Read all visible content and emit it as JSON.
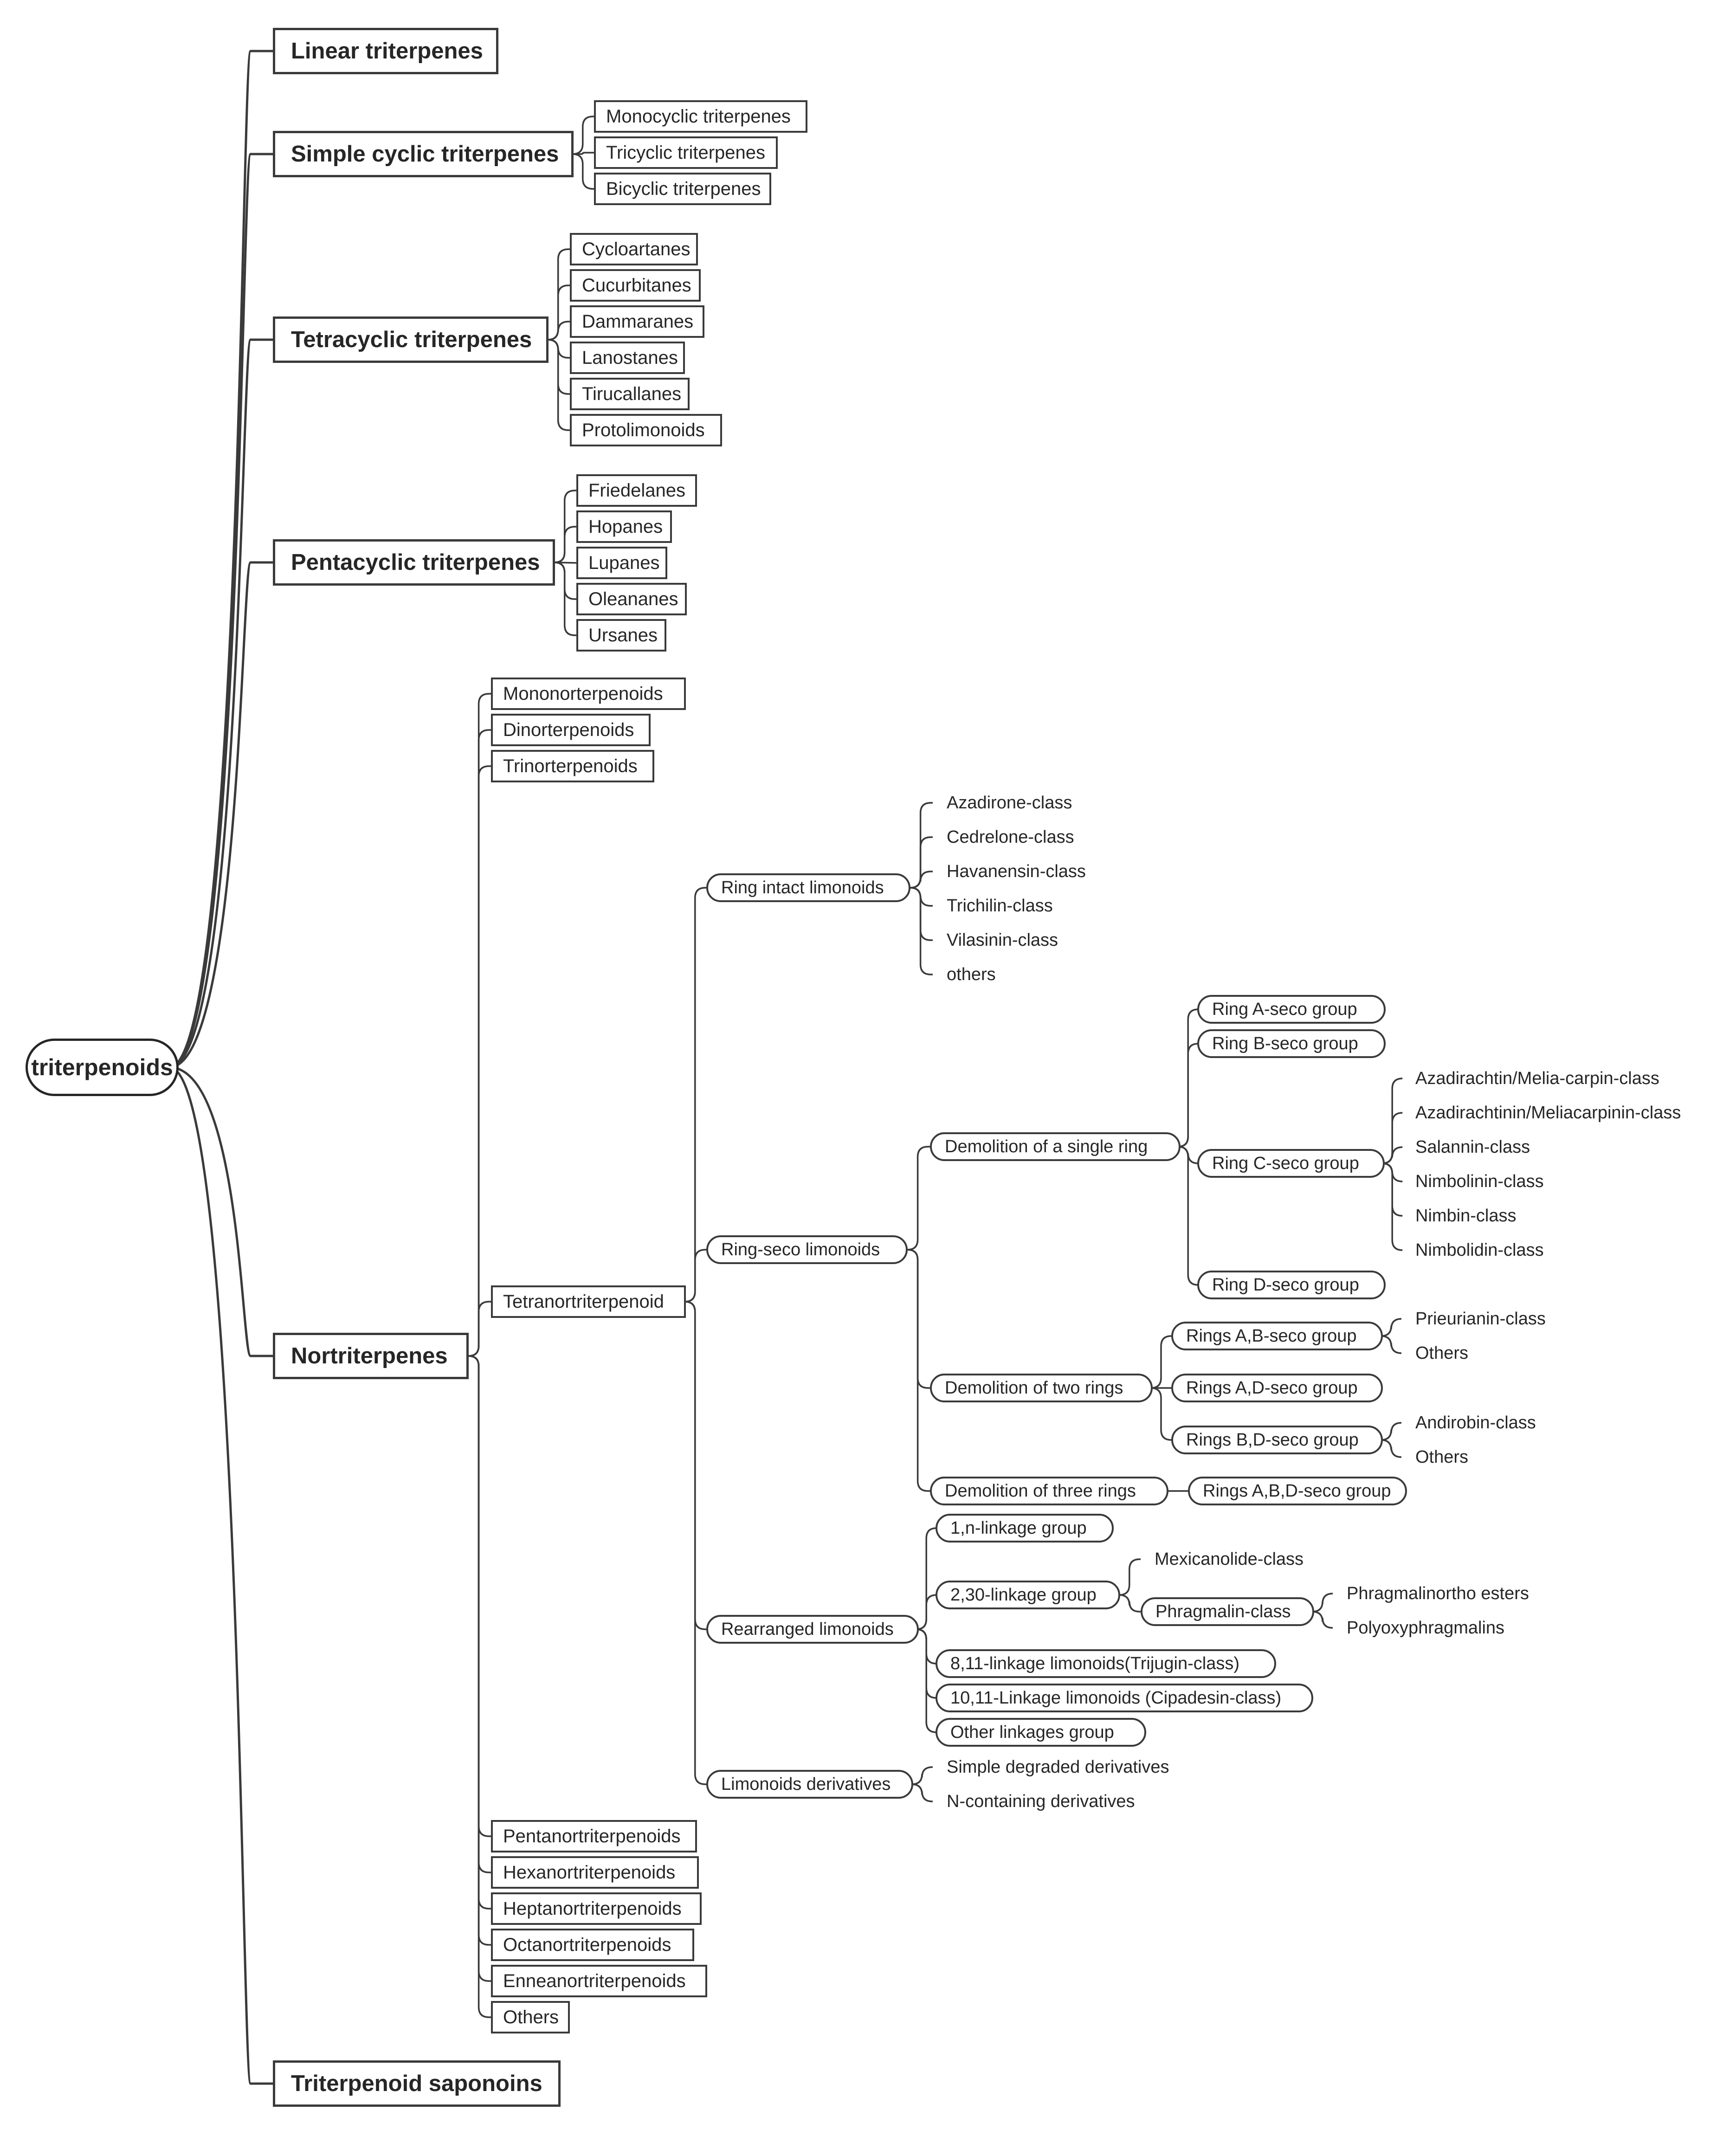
{
  "root": {
    "label": "triterpenoids"
  },
  "linear": {
    "label": "Linear triterpenes"
  },
  "simple_cyclic": {
    "label": "Simple cyclic triterpenes",
    "children": [
      "Monocyclic triterpenes",
      "Tricyclic triterpenes",
      "Bicyclic triterpenes"
    ]
  },
  "tetracyclic": {
    "label": "Tetracyclic triterpenes",
    "children": [
      "Cycloartanes",
      "Cucurbitanes",
      "Dammaranes",
      "Lanostanes",
      "Tirucallanes",
      "Protolimonoids"
    ]
  },
  "pentacyclic": {
    "label": "Pentacyclic triterpenes",
    "children": [
      "Friedelanes",
      "Hopanes",
      "Lupanes",
      "Oleananes",
      "Ursanes"
    ]
  },
  "nortriterpenes": {
    "label": "Nortriterpenes",
    "children": {
      "mono": "Mononorterpenoids",
      "di": "Dinorterpenoids",
      "tri": "Trinorterpenoids",
      "tetra": "Tetranortriterpenoid",
      "penta": "Pentanortriterpenoids",
      "hexa": "Hexanortriterpenoids",
      "hepta": "Heptanortriterpenoids",
      "octa": "Octanortriterpenoids",
      "ennea": "Enneanortriterpenoids",
      "others": "Others"
    }
  },
  "saponins": {
    "label": "Triterpenoid saponoins"
  },
  "limonoids": {
    "ring_intact": {
      "label": "Ring intact limonoids",
      "children": [
        "Azadirone-class",
        "Cedrelone-class",
        "Havanensin-class",
        "Trichilin-class",
        "Vilasinin-class",
        "others"
      ]
    },
    "ring_seco": {
      "label": "Ring-seco limonoids",
      "single": {
        "label": "Demolition of a single ring",
        "ring_a": "Ring A-seco group",
        "ring_b": "Ring B-seco group",
        "ring_c": {
          "label": "Ring C-seco group",
          "children": [
            "Azadirachtin/Melia-carpin-class",
            "Azadirachtinin/Meliacarpinin-class",
            "Salannin-class",
            "Nimbolinin-class",
            "Nimbin-class",
            "Nimbolidin-class"
          ]
        },
        "ring_d": "Ring D-seco group"
      },
      "two": {
        "label": "Demolition of two rings",
        "ab": {
          "label": "Rings A,B-seco group",
          "children": [
            "Prieurianin-class",
            "Others"
          ]
        },
        "ad": "Rings A,D-seco group",
        "bd": {
          "label": "Rings B,D-seco group",
          "children": [
            "Andirobin-class",
            "Others"
          ]
        }
      },
      "three": {
        "label": "Demolition of three rings",
        "abd": "Rings A,B,D-seco group"
      }
    },
    "rearranged": {
      "label": "Rearranged limonoids",
      "n_linkage": "1,n-linkage group",
      "l230": {
        "label": "2,30-linkage group",
        "mexicanolide": "Mexicanolide-class",
        "phragmalin": {
          "label": "Phragmalin-class",
          "children": [
            "Phragmalinortho esters",
            "Polyoxyphragmalins"
          ]
        }
      },
      "l811": "8,11-linkage limonoids(Trijugin-class)",
      "l1011": "10,11-Linkage limonoids (Cipadesin-class)",
      "other": "Other linkages group"
    },
    "derivatives": {
      "label": "Limonoids derivatives",
      "children": [
        "Simple degraded derivatives",
        "N-containing derivatives"
      ]
    }
  },
  "colors": {
    "line": "#3a3a3a",
    "border": "#3a3a3a",
    "text": "#262626",
    "background": "#ffffff"
  }
}
